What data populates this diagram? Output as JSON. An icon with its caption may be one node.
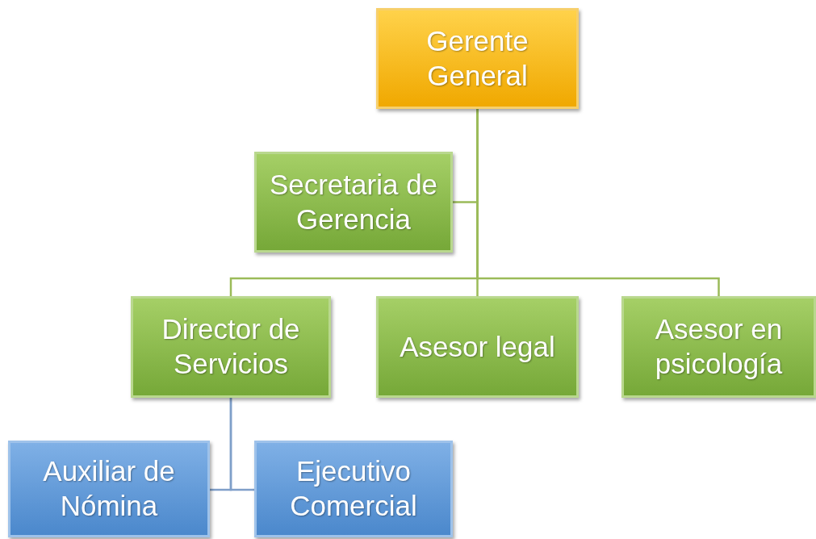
{
  "diagram": {
    "nodes": [
      {
        "text": [
          "Gerente General"
        ]
      },
      {
        "text": [
          "Secretaria de Gerencia"
        ]
      },
      {
        "text": [
          "Director de Servicios"
        ]
      },
      {
        "text": [
          "Asesor legal"
        ]
      },
      {
        "text": [
          "Asesor en psicología"
        ]
      },
      {
        "text": [
          "Auxiliar de Nómina"
        ]
      },
      {
        "text": [
          "Ejecutivo Comercial"
        ]
      }
    ],
    "edges": [
      {
        "from": 0,
        "to": 1,
        "arrow": "none"
      },
      {
        "from": 0,
        "to": 2,
        "arrow": "none"
      },
      {
        "from": 0,
        "to": 3,
        "arrow": "none"
      },
      {
        "from": 0,
        "to": 4,
        "arrow": "none"
      },
      {
        "from": 2,
        "to": 5,
        "arrow": "none",
        "color": "#7f9fc9"
      },
      {
        "from": 2,
        "to": 6,
        "arrow": "none",
        "color": "#7f9fc9"
      }
    ]
  }
}
